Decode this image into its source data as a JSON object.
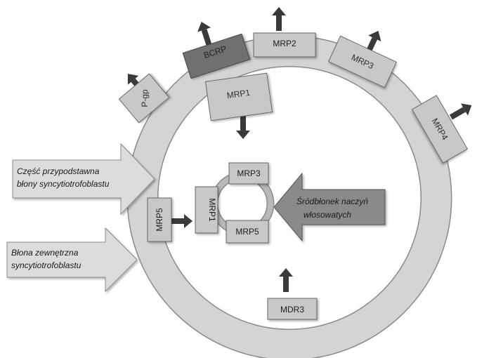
{
  "transporters": {
    "pgp": "P-gp",
    "bcrp": "BCRP",
    "mrp2": "MRP2",
    "mrp3_outer": "MRP3",
    "mrp4": "MRP4",
    "mrp1_outer": "MRP1",
    "mrp5_ring": "MRP5",
    "mdr3": "MDR3",
    "mrp3_inner": "MRP3",
    "mrp1_inner": "MRP1",
    "mrp5_inner": "MRP5"
  },
  "callouts": {
    "basal_line1": "Część przypodstawna",
    "basal_line2": "błony syncytiotrofoblastu",
    "outer_line1": "Błona zewnętrzna",
    "outer_line2": "syncytiotrofoblastu",
    "endo_line1": "Śródbłonek naczyń",
    "endo_line2": "włosowatych"
  },
  "colors": {
    "ring": "#d4d4d4",
    "box": "#c8c8c8",
    "box_dark": "#707070",
    "arrow": "#3a3a3a",
    "arrow_callout": "#dcdcdc",
    "arrow_callout_dark": "#8a8a8a"
  }
}
